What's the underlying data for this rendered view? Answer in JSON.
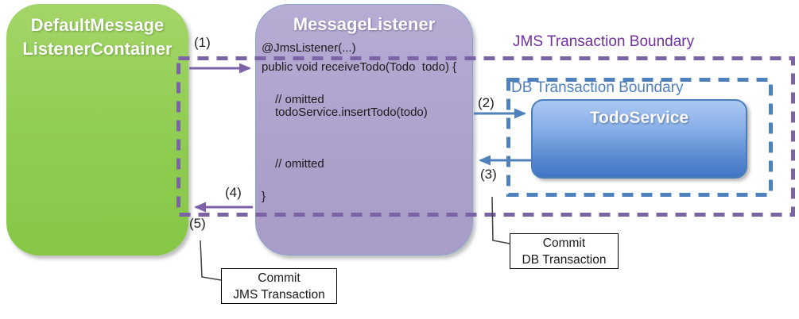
{
  "green_box": {
    "title1": "DefaultMessage",
    "title2": "ListenerContainer"
  },
  "listener": {
    "title": "MessageListener",
    "code": [
      "@JmsListener(...)",
      "public void receiveTodo(Todo  todo) {",
      "// omitted",
      "todoService.insertTodo(todo)",
      "// omitted",
      "}"
    ]
  },
  "todo_service": {
    "title": "TodoService"
  },
  "labels": {
    "jms_boundary": "JMS Transaction Boundary",
    "db_boundary": "DB Transaction Boundary"
  },
  "steps": {
    "1": "(1)",
    "2": "(2)",
    "3": "(3)",
    "4": "(4)",
    "5": "(5)"
  },
  "callouts": {
    "db": {
      "line1": "Commit",
      "line2": "DB Transaction"
    },
    "jms": {
      "line1": "Commit",
      "line2": "JMS Transaction"
    }
  },
  "colors": {
    "green_fill": "#90cd53",
    "purple_fill": "#aca1cb",
    "todo_fill_top": "#abc8f2",
    "todo_fill_bottom": "#4274c5",
    "jms_boundary_dash": "#7b63a5",
    "db_boundary_dash": "#4f81bd",
    "jms_label_text": "#7030a0",
    "db_label_text": "#4f81bd",
    "purple_arrow": "#7d62a8",
    "blue_arrow": "#4f81bd"
  }
}
